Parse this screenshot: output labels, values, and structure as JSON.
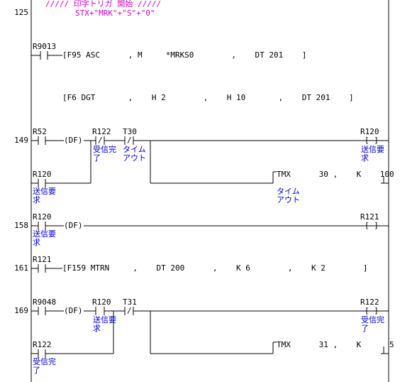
{
  "comment": {
    "line1": "///// 印字トリガ 開始 /////",
    "line2": "STX+\"MRK\"+\"S\"+\"0\""
  },
  "rungs": {
    "r125": {
      "step": "125",
      "contact": "R9013",
      "instr1": "[F95 ASC      , M     *MRKS0        ,    DT 201    ]",
      "instr2": "[F6 DGT       ,    H 2        ,    H 10       ,    DT 201    ]"
    },
    "r149": {
      "step": "149",
      "c1": "R52",
      "df": "(DF)",
      "c2": "R122",
      "c2_sym": "/",
      "c2_label": "受信完\n了",
      "c3": "T30",
      "c3_sym": "/",
      "c3_label": "タイム\nアウト",
      "coil": "R120",
      "coil_label": "送信要\n求",
      "branch": "R120",
      "branch_label": "送信要\n求",
      "tmx": "TMX      30 ,    K    100",
      "tmx_label": "タイム\nアウト"
    },
    "r158": {
      "step": "158",
      "c1": "R120",
      "c1_label": "送信要\n求",
      "df": "(DF)",
      "coil": "R121"
    },
    "r161": {
      "step": "161",
      "c1": "R121",
      "instr": "[F159 MTRN     ,    DT 200      ,    K 6        ,    K 2        ]"
    },
    "r169": {
      "step": "169",
      "c1": "R9048",
      "df": "(DF)",
      "c2": "R120",
      "c2_label": "送信要\n求",
      "c3": "T31",
      "c3_sym": "/",
      "coil": "R122",
      "coil_label": "受信完\n了",
      "branch": "R122",
      "branch_label": "受信完\n了",
      "tmx": "TMX      31 ,    K      5"
    }
  }
}
